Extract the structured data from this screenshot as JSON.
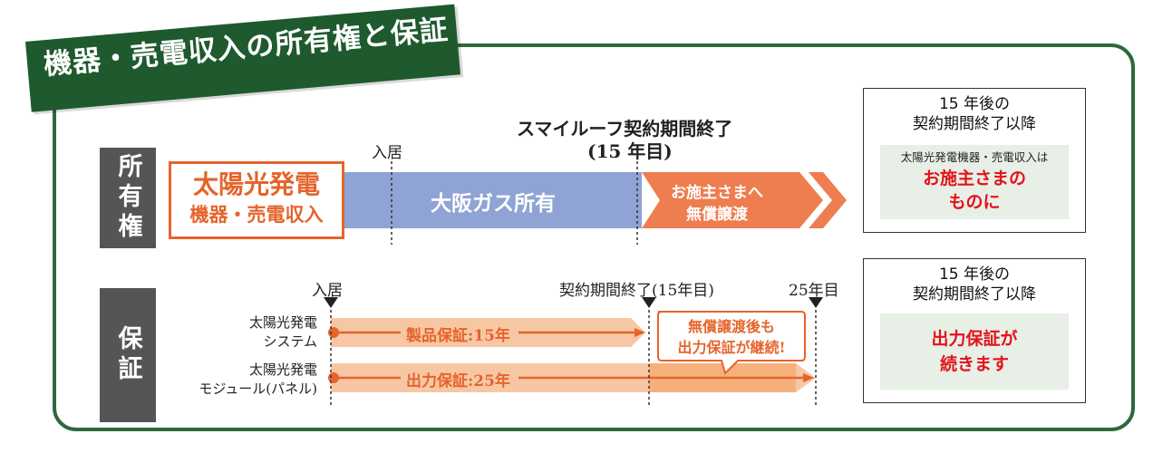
{
  "title": "機器・売電収入の所有権と保証",
  "labels": {
    "ownership": "所有権",
    "warranty": "保証"
  },
  "ownership": {
    "box_line1": "太陽光発電",
    "box_line2": "機器・売電収入",
    "move_in": "入居",
    "contract_end_line1": "スマイルーフ契約期間終了",
    "contract_end_line2": "(15 年目)",
    "osaka_gas": "大阪ガス所有",
    "transfer_line1": "お施主さまへ",
    "transfer_line2": "無償譲渡"
  },
  "warranty": {
    "move_in": "入居",
    "contract_end": "契約期間終了(15年目)",
    "year25": "25年目",
    "system_line1": "太陽光発電",
    "system_line2": "システム",
    "module_line1": "太陽光発電",
    "module_line2": "モジュール(パネル)",
    "product_warranty": "製品保証:15年",
    "output_warranty": "出力保証:25年",
    "callout_line1": "無償譲渡後も",
    "callout_line2": "出力保証が継続!"
  },
  "side_top": {
    "head_line1": "15 年後の",
    "head_line2": "契約期間終了以降",
    "note": "太陽光発電機器・売電収入は",
    "red_line1": "お施主さまの",
    "red_line2": "ものに"
  },
  "side_bottom": {
    "head_line1": "15 年後の",
    "head_line2": "契約期間終了以降",
    "red_line1": "出力保証が",
    "red_line2": "続きます"
  },
  "colors": {
    "green": "#1e5a2e",
    "frame": "#2c6a3c",
    "blue": "#8fa3d4",
    "orange": "#ee7d4f",
    "orange_dark": "#e5642c",
    "peach": "#f7c7a4",
    "red": "#e3131b"
  }
}
